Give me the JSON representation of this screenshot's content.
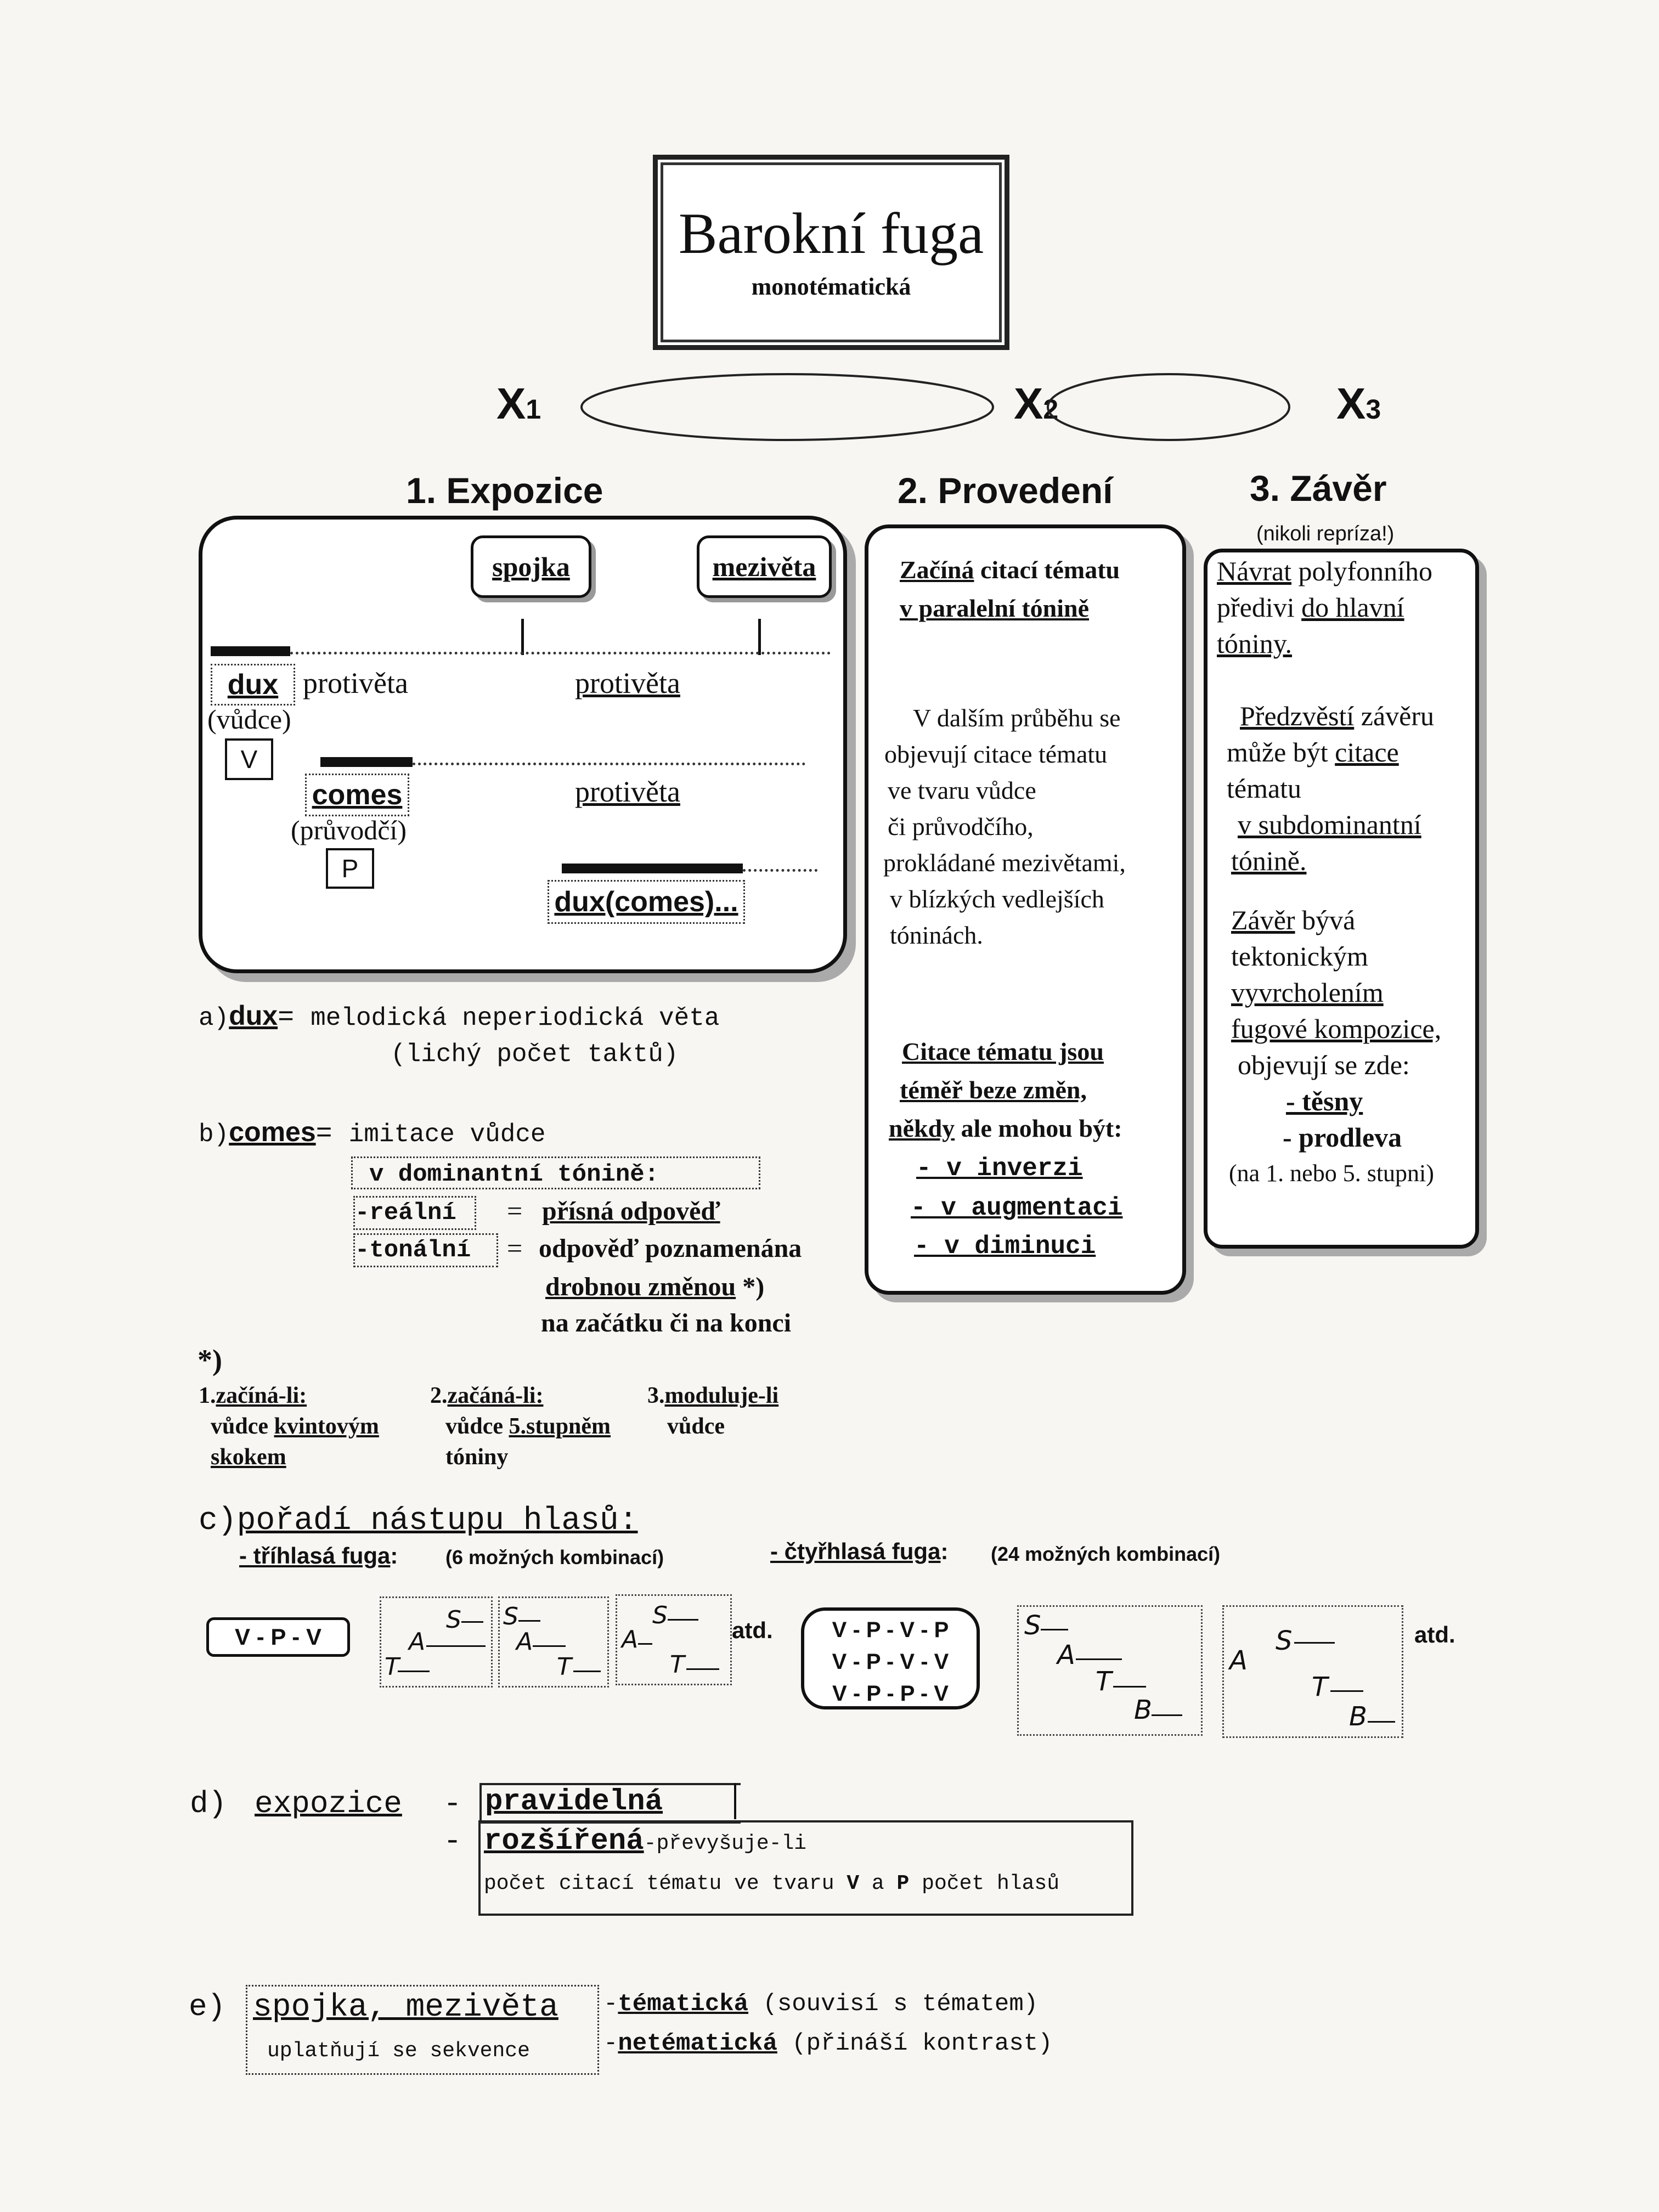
{
  "title": {
    "main": "Barokní fuga",
    "sub": "monotématická"
  },
  "keys": {
    "x1": "X",
    "x1_sub": "1",
    "x2": "X",
    "x2_sub": "2",
    "x3": "X",
    "x3_sub": "3"
  },
  "sections": {
    "s1": "1. Expozice",
    "s2": "2. Provedení",
    "s3": "3. Závěr",
    "s3_note": "(nikoli repríza!)"
  },
  "exposition": {
    "spojka": "spojka",
    "mezivěta": "mezivěta",
    "dux": "dux",
    "dux_paren": "(vůdce)",
    "v": "V",
    "protiveta1": "protivěta",
    "protiveta2": "protivěta",
    "protiveta3": "protivěta",
    "comes": "comes",
    "comes_paren": "(průvodčí)",
    "p": "P",
    "dux_comes": "dux(comes)..."
  },
  "provedeni": {
    "p1a": "Začíná",
    "p1b": " citací tématu",
    "p1c": "v paralelní tónině",
    "p2": [
      "V dalším průběhu se",
      "objevují citace tématu",
      "ve tvaru vůdce",
      "či průvodčího,",
      "prokládané mezivětami,",
      "v blízkých vedlejších",
      "tóninách."
    ],
    "p3a": "Citace tématu jsou",
    "p3b": "téměř beze změn,",
    "p3c": "někdy",
    "p3d": " ale mohou být:",
    "inv": "- v inverzi",
    "aug": "- v augmentaci",
    "dim": "- v diminuci"
  },
  "zaver": {
    "l1a": "Návrat",
    "l1b": " polyfonního",
    "l2a": "předivi ",
    "l2b": "do hlavní",
    "l3": "tóniny.",
    "l4a": "Předzvěstí",
    "l4b": " závěru",
    "l5a": "může být ",
    "l5b": "citace",
    "l6": "tématu",
    "l7": "v subdominantní",
    "l8": "tónině.",
    "l9a": "Závěr",
    "l9b": "  bývá",
    "l10": "tektonickým",
    "l11": "vyvrcholením",
    "l12": "fugové kompozice,",
    "l13": "objevují se zde:",
    "l14": "- těsny",
    "l15": "- prodleva",
    "l16": "(na 1. nebo 5. stupni)"
  },
  "a": {
    "label": "a)",
    "term": "dux",
    "eq": "= ",
    "def1": "melodická neperiodická věta",
    "def2": "(lichý počet taktů)"
  },
  "b": {
    "label": "b)",
    "term": "comes",
    "eq": "= ",
    "def": "imitace vůdce",
    "dom": "v dominantní tónině:",
    "real": "-reální",
    "real_eq": "=",
    "real_def": "přísná odpověď",
    "ton": "-tonální",
    "ton_eq": "=",
    "ton_def": "odpověď poznamenána",
    "ton_def2": "drobnou změnou",
    "ton_star": " *)",
    "ton_def3": "na začátku či na konci"
  },
  "note": {
    "star": "*)",
    "n1a": "1.",
    "n1b": "začíná-li:",
    "n1c": "vůdce ",
    "n1d": "kvintovým",
    "n1e": "skokem",
    "n2a": "2.",
    "n2b": "začáná-li:",
    "n2c": "vůdce ",
    "n2d": "5.stupněm",
    "n2e": "tóniny",
    "n3a": "3.",
    "n3b": "moduluje-li",
    "n3c": "vůdce"
  },
  "c": {
    "label": "c)",
    "title": "pořadí nástupu hlasů:",
    "tri": "- tříhlasá fuga",
    "tri_colon": ":",
    "tri_note": "(6 možných kombinací)",
    "ctyr": "- čtyřhlasá fuga",
    "ctyr_colon": ":",
    "ctyr_note": "(24 možných kombinací)",
    "vpv": "V - P - V",
    "atd1": "atd.",
    "vpvp": [
      "V - P - V - P",
      "V - P - V - V",
      "V - P - P - V"
    ],
    "atd2": "atd.",
    "hand": {
      "s": "S",
      "a": "A",
      "t": "T",
      "b": "B"
    }
  },
  "d": {
    "label": "d)",
    "title": "expozice",
    "dash1": "-",
    "dash2": "-",
    "prav": "pravidelná",
    "rozs": "rozšířená",
    "rozs_note": "-převyšuje-li",
    "rozs_note2a": "počet citací tématu ve tvaru ",
    "rozs_v": "V",
    "rozs_a": " a ",
    "rozs_p": "P",
    "rozs_note2b": " počet hlasů"
  },
  "e": {
    "label": "e)",
    "title": "spojka, mezivěta",
    "sub": "uplatňují se sekvence",
    "t1": "-",
    "t1b": "tématická",
    "t1c": " (souvisí s tématem)",
    "t2": "-",
    "t2b": "netématická",
    "t2c": " (přináší kontrast)"
  }
}
